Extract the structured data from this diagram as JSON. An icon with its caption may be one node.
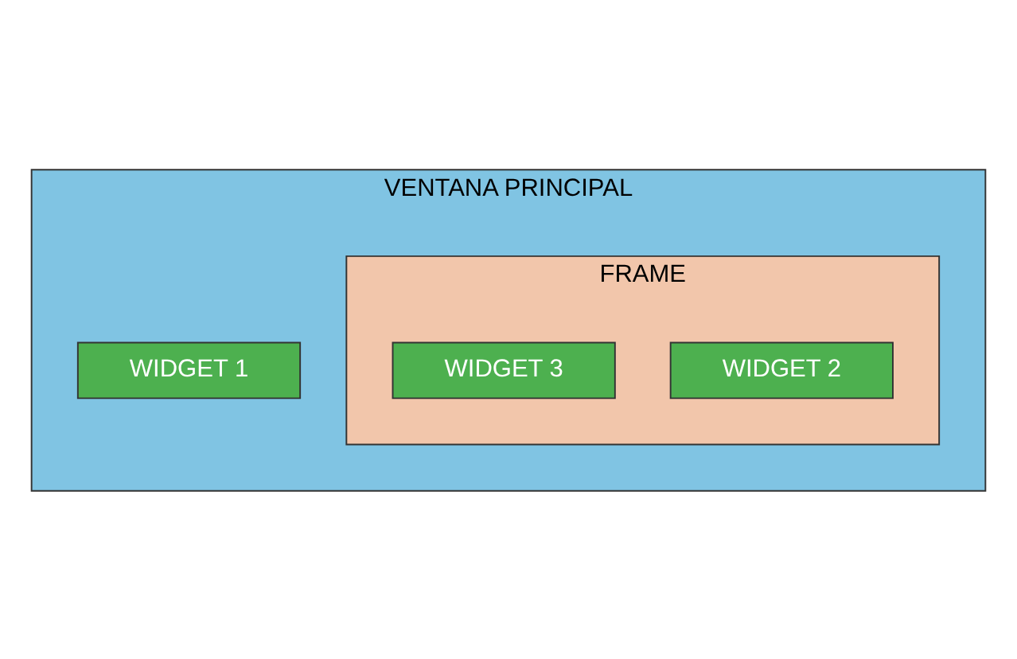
{
  "diagram": {
    "nodes": [
      {
        "text": [
          "VENTANA PRINCIPAL"
        ]
      },
      {
        "text": [
          "WIDGET 1"
        ],
        "in": 0
      },
      {
        "text": [
          "FRAME"
        ],
        "in": 0
      },
      {
        "text": [
          "WIDGET 2"
        ],
        "in": 2
      },
      {
        "text": [
          "WIDGET 3"
        ],
        "in": 2
      }
    ]
  }
}
